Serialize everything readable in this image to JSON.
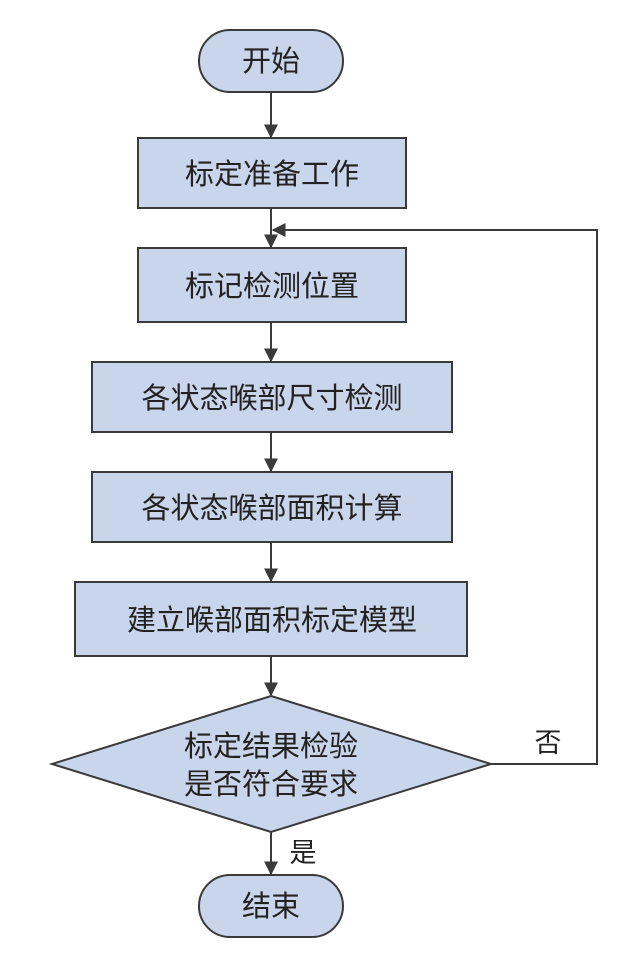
{
  "colors": {
    "node_fill": "#c9d5ea",
    "node_stroke": "#3a3a3a",
    "edge": "#3a3a3a",
    "text": "#222222",
    "background": "#ffffff"
  },
  "nodes": {
    "start": "开始",
    "prepare": "标定准备工作",
    "mark_position": "标记检测位置",
    "measure_size": "各状态喉部尺寸检测",
    "compute_area": "各状态喉部面积计算",
    "build_model": "建立喉部面积标定模型",
    "check_line1": "标定结果检验",
    "check_line2": "是否符合要求",
    "end": "结束"
  },
  "edge_labels": {
    "no": "否",
    "yes": "是"
  }
}
